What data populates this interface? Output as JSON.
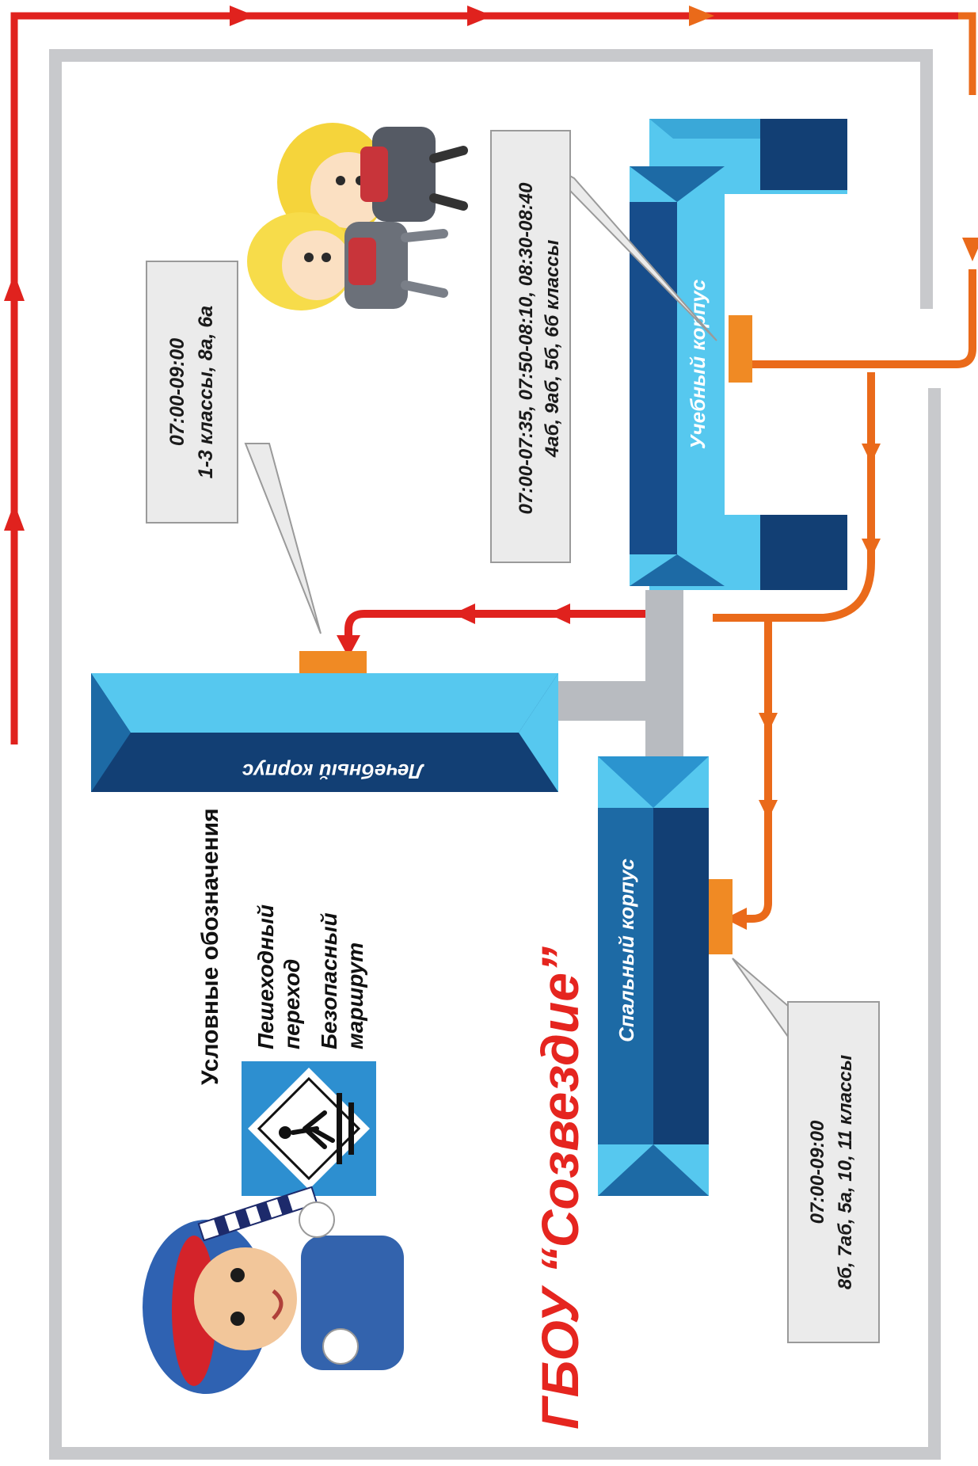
{
  "title": "ГБОУ “Созвездие”",
  "legend": {
    "heading": "Условные обозначения",
    "items": [
      "Пешеходный",
      "переход",
      "Безопасный",
      "маршрут"
    ]
  },
  "buildings": {
    "study": "Учебный корпус",
    "medical": "Лечебный корпус",
    "sleeping": "Спальный корпус"
  },
  "callouts": {
    "study": [
      "07:00-07:35, 07:50-08:10, 08:30-08:40",
      "4аб, 9аб, 5б, 6б классы"
    ],
    "medical": [
      "07:00-09:00",
      "1-3 классы, 8а, 6а"
    ],
    "sleeping": [
      "07:00-09:00",
      "8б, 7аб, 5а, 10, 11 классы"
    ]
  },
  "icons": [
    "pedestrian-crossing-icon",
    "children-icon",
    "traffic-officer-icon"
  ],
  "colors": {
    "route_red": "#e0221e",
    "route_orange": "#ea6a1a",
    "building_light": "#56c8ef",
    "building_dark": "#123f74",
    "entrance": "#f08a24",
    "callout_bg": "#ebebeb",
    "title": "#e5251f"
  }
}
